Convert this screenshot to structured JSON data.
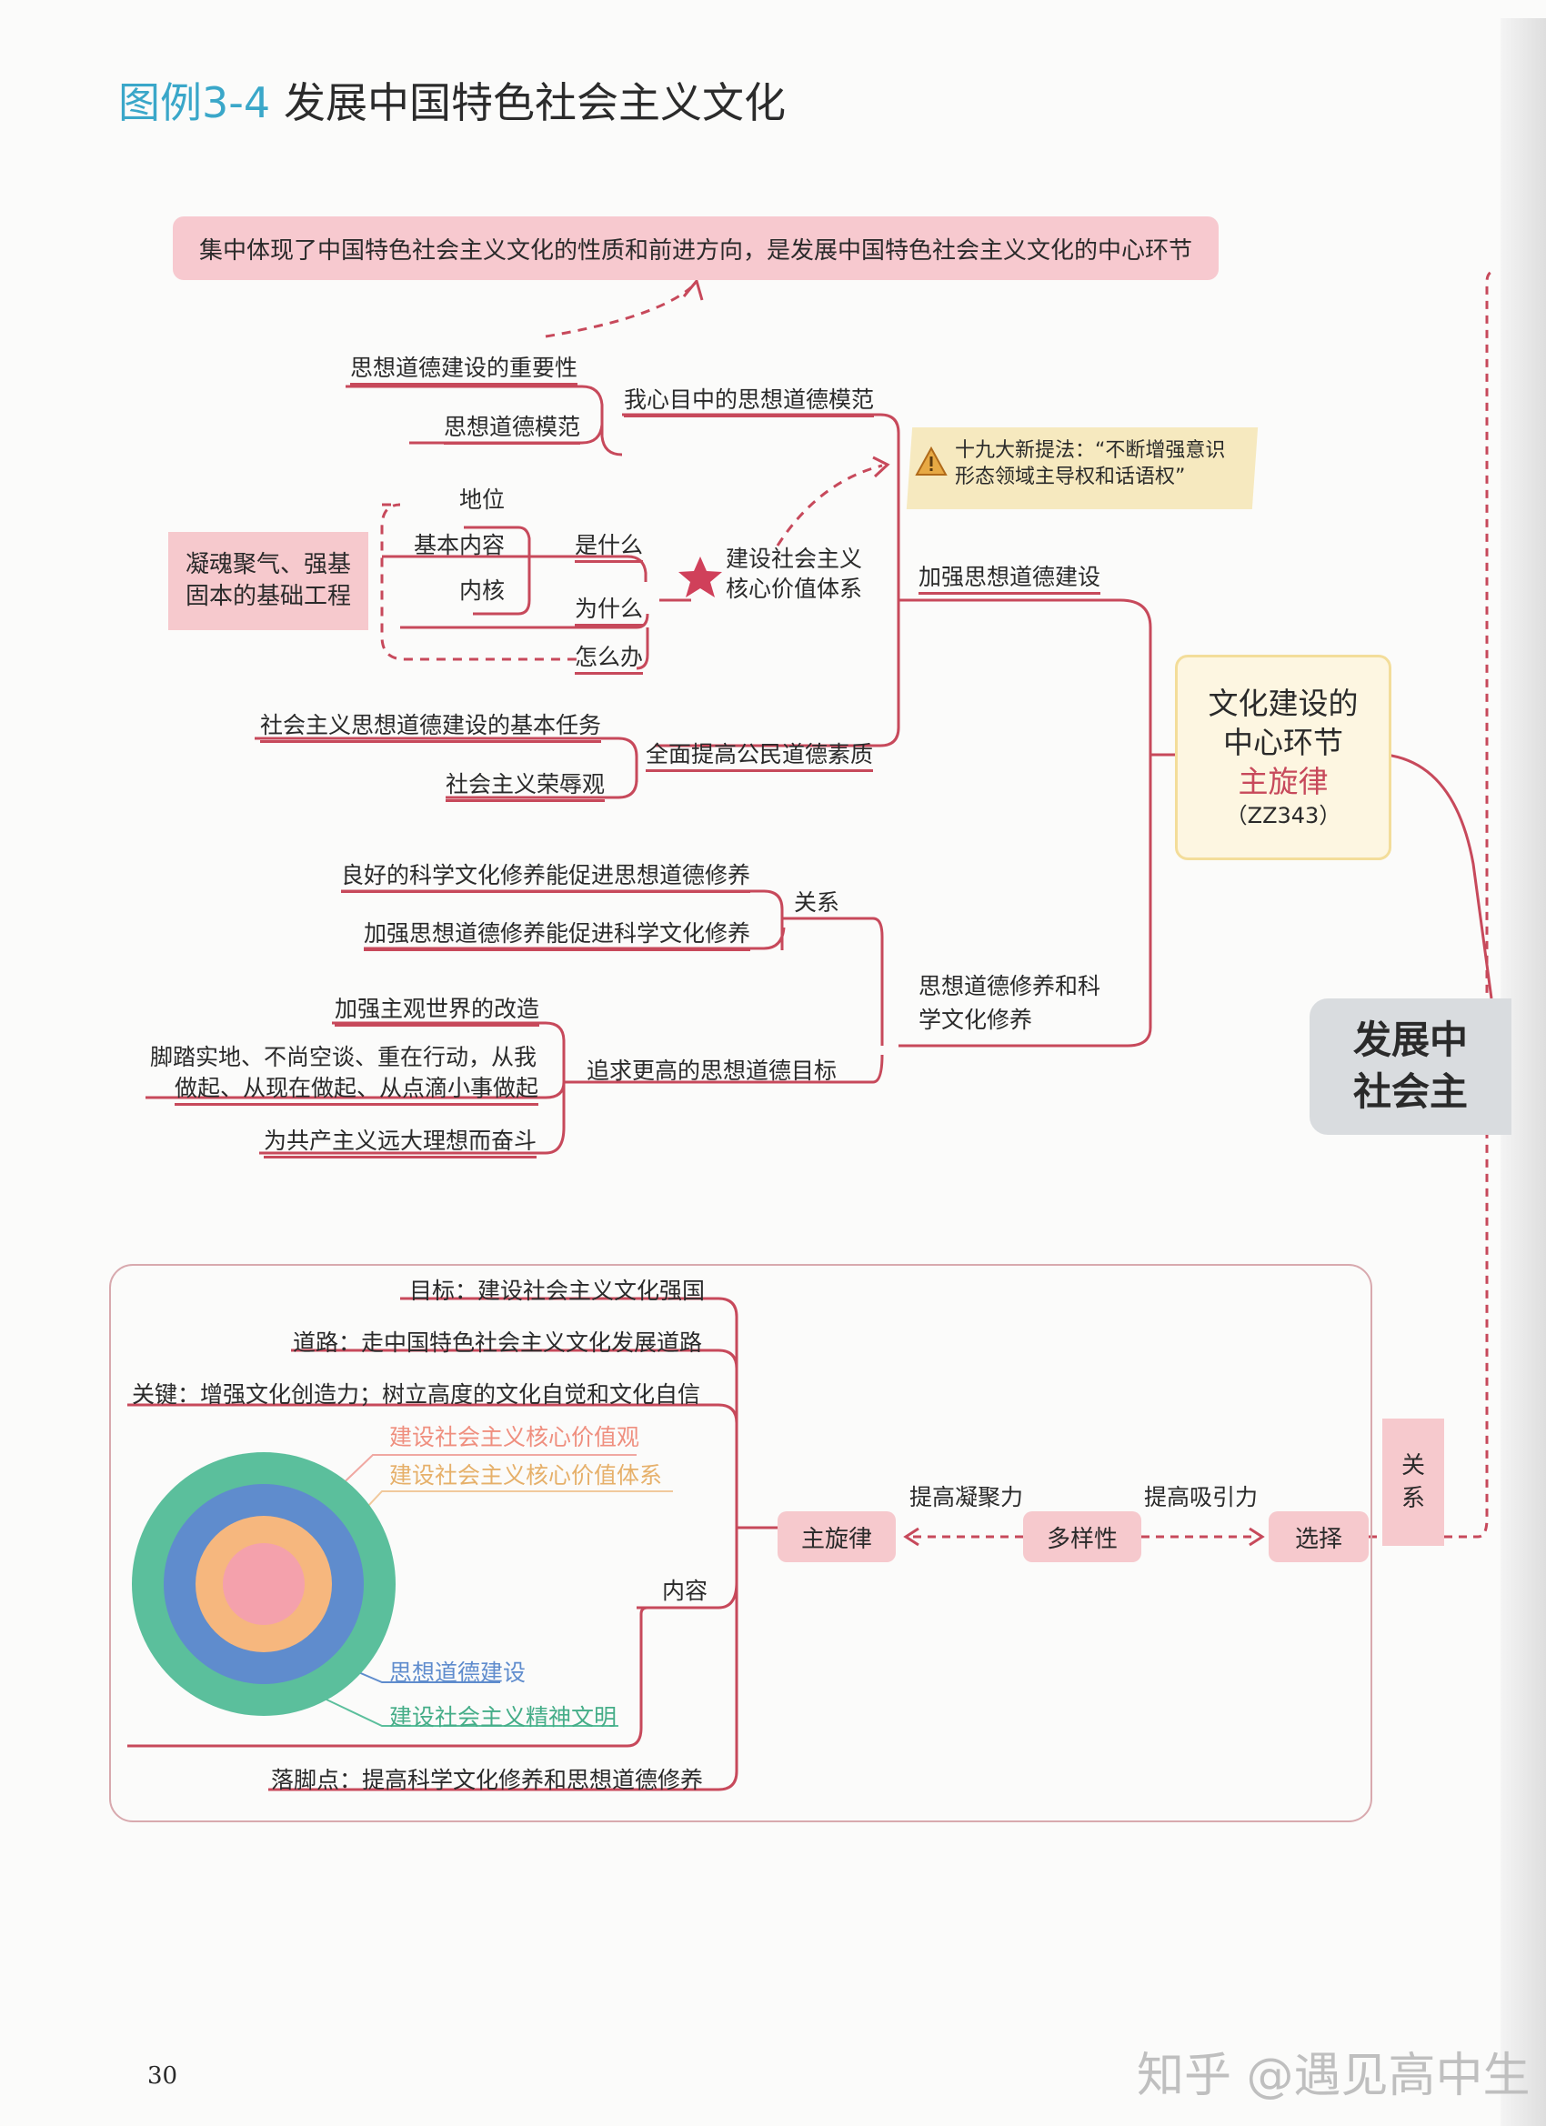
{
  "title": {
    "prefix": "图例3-4",
    "main": "发展中国特色社会主义文化"
  },
  "banner": "集中体现了中国特色社会主义文化的性质和前进方向，是发展中国特色社会主义文化的中心环节",
  "note": {
    "line1": "十九大新提法：“不断增强意识",
    "line2": "形态领域主导权和话语权”"
  },
  "center": {
    "line1": "文化建设的",
    "line2": "中心环节",
    "line3": "主旋律",
    "code": "（ZZ343）"
  },
  "main_node": {
    "line1": "发展中",
    "line2": "社会主"
  },
  "branch_moral_model": {
    "label": "我心目中的思想道德模范",
    "children": [
      "思想道德建设的重要性",
      "思想道德模范"
    ]
  },
  "core_values": {
    "label_line1": "建设社会主义",
    "label_line2": "核心价值体系",
    "what": "是什么",
    "why": "为什么",
    "how": "怎么办",
    "what_items": [
      "地位",
      "基本内容",
      "内核"
    ],
    "foundation_line1": "凝魂聚气、强基",
    "foundation_line2": "固本的基础工程"
  },
  "strengthen": "加强思想道德建设",
  "quality": {
    "label": "全面提高公民道德素质",
    "children": [
      "社会主义思想道德建设的基本任务",
      "社会主义荣辱观"
    ]
  },
  "cultivation": {
    "line1": "思想道德修养和科",
    "line2": "学文化修养"
  },
  "relation": {
    "label": "关系",
    "children": [
      "良好的科学文化修养能促进思想道德修养",
      "加强思想道德修养能促进科学文化修养"
    ]
  },
  "goal": {
    "label": "追求更高的思想道德目标",
    "children": [
      "加强主观世界的改造",
      "脚踏实地、不尚空谈、重在行动，从我",
      "做起、从现在做起、从点滴小事做起",
      "为共产主义远大理想而奋斗"
    ]
  },
  "bottom": {
    "target": "目标：建设社会主义文化强国",
    "road": "道路：走中国特色社会主义文化发展道路",
    "key": "关键：增强文化创造力；树立高度的文化自觉和文化自信",
    "content": "内容",
    "rings": [
      "建设社会主义核心价值观",
      "建设社会主义核心价值体系",
      "思想道德建设",
      "建设社会主义精神文明"
    ],
    "foothold": "落脚点：提高科学文化修养和思想道德修养",
    "main_melody": "主旋律",
    "diversity": "多样性",
    "choice": "选择",
    "cohesion": "提高凝聚力",
    "attraction": "提高吸引力",
    "relation_line1": "关",
    "relation_line2": "系"
  },
  "page_number": "30",
  "watermark": "知乎 @遇见高中生",
  "colors": {
    "accent": "#c7495b",
    "title_blue": "#3aa7c9",
    "pink_fill": "#f6c9cd",
    "ring_outer": "#5bbf9c",
    "ring_2": "#5f8ccd",
    "ring_3": "#f6b77e",
    "ring_core": "#f4a1ac"
  }
}
